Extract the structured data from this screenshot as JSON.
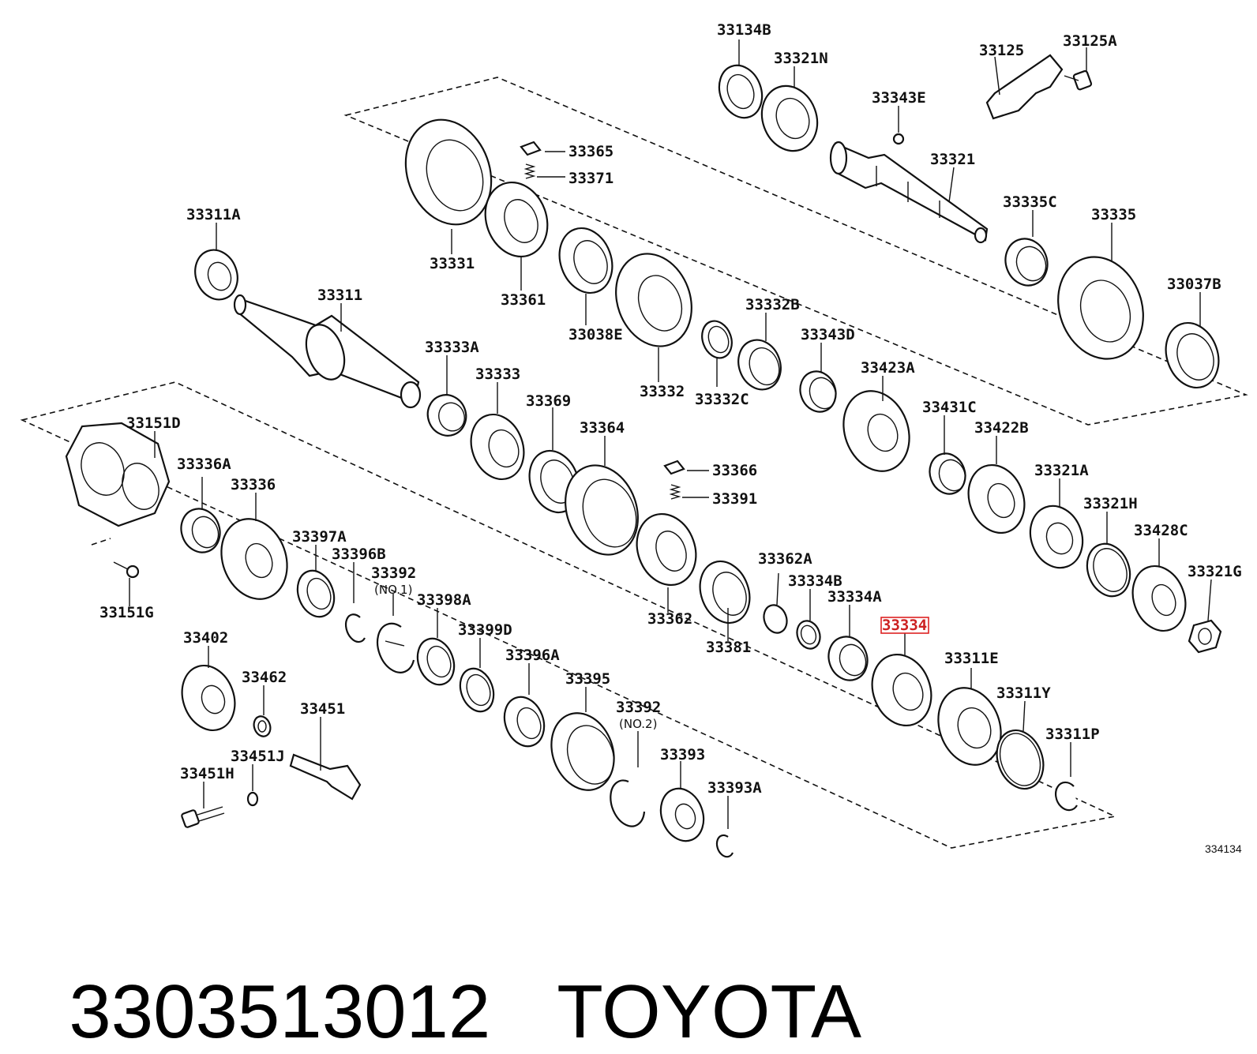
{
  "labels": {
    "p33134B": "33134B",
    "p33321N": "33321N",
    "p33125": "33125",
    "p33125A": "33125A",
    "p33343E": "33343E",
    "p33365": "33365",
    "p33371": "33371",
    "p33321": "33321",
    "p33311A": "33311A",
    "p33331": "33331",
    "p33361": "33361",
    "p33335C": "33335C",
    "p33335": "33335",
    "p33311": "33311",
    "p33038E": "33038E",
    "p33332B": "33332B",
    "p33037B": "33037B",
    "p33333A": "33333A",
    "p33333": "33333",
    "p33343D": "33343D",
    "p33332": "33332",
    "p33332C": "33332C",
    "p33423A": "33423A",
    "p33369": "33369",
    "p33431C": "33431C",
    "p33151D": "33151D",
    "p33364": "33364",
    "p33422B": "33422B",
    "p33336A": "33336A",
    "p33366": "33366",
    "p33321A": "33321A",
    "p33336": "33336",
    "p33391": "33391",
    "p33321H": "33321H",
    "p33397A": "33397A",
    "p33428C": "33428C",
    "p33362A": "33362A",
    "p33396B": "33396B",
    "p33392": "33392",
    "no1": "(NO.1)",
    "p33321G": "33321G",
    "p33334B": "33334B",
    "p33398A": "33398A",
    "p33334A": "33334A",
    "p33151G": "33151G",
    "p33362": "33362",
    "p33334": "33334",
    "p33399D": "33399D",
    "p33402": "33402",
    "p33381": "33381",
    "p33311E": "33311E",
    "p33396A": "33396A",
    "p33462": "33462",
    "p33395": "33395",
    "p33311Y": "33311Y",
    "p33451": "33451",
    "p33392b": "33392",
    "no2": "(NO.2)",
    "p33311P": "33311P",
    "p33393": "33393",
    "p33451J": "33451J",
    "p33451H": "33451H",
    "p33393A": "33393A"
  },
  "diagram_ref": "334134",
  "footer": {
    "part_number": "3303513012",
    "brand": "TOYOTA"
  },
  "highlight_color": "#d22222"
}
